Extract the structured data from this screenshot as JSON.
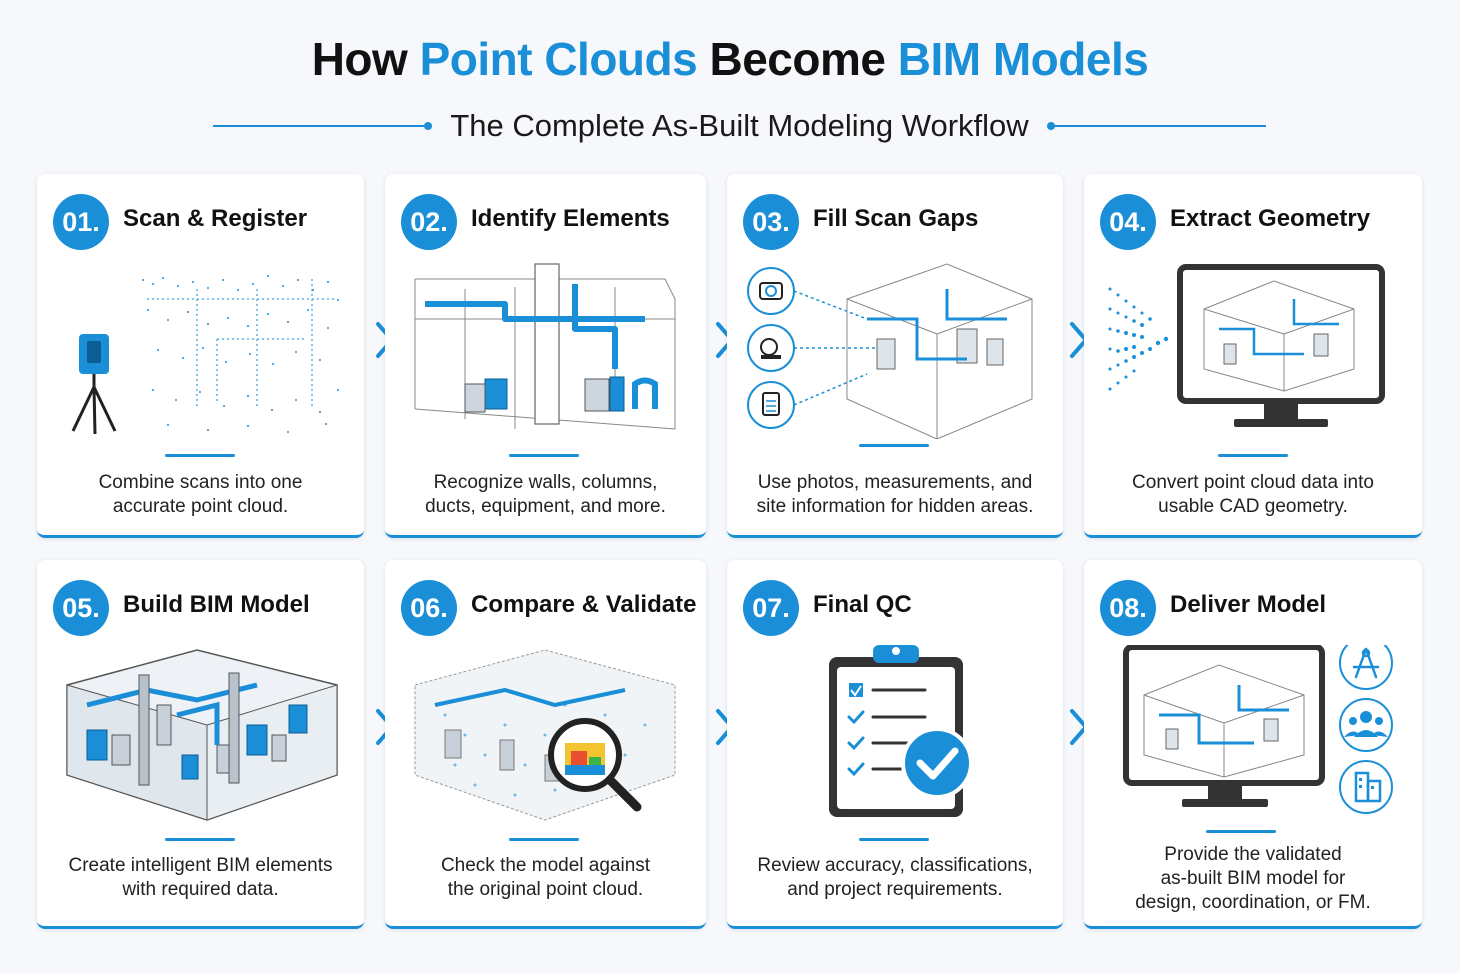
{
  "header": {
    "title_part1": "How ",
    "title_part2": "Point Clouds",
    "title_part3": " Become ",
    "title_part4": "BIM Models",
    "subtitle": "The Complete As-Built Modeling Workflow"
  },
  "colors": {
    "accent": "#1a8fd8",
    "text": "#111111",
    "background": "#f6f8fb"
  },
  "steps": [
    {
      "number": "01.",
      "title": "Scan & Register",
      "desc1": "Combine scans into one",
      "desc2": "accurate point cloud.",
      "icon": "laser-scanner-icon"
    },
    {
      "number": "02.",
      "title": "Identify Elements",
      "desc1": "Recognize walls, columns,",
      "desc2": "ducts, equipment, and more.",
      "icon": "building-elements-icon"
    },
    {
      "number": "03.",
      "title": "Fill Scan Gaps",
      "desc1": "Use photos, measurements, and",
      "desc2": "site information for hidden areas.",
      "icon": "camera-tape-clipboard-icon"
    },
    {
      "number": "04.",
      "title": "Extract Geometry",
      "desc1": "Convert point cloud data into",
      "desc2": "usable CAD geometry.",
      "icon": "monitor-cad-icon"
    },
    {
      "number": "05.",
      "title": "Build BIM Model",
      "desc1": "Create intelligent BIM elements",
      "desc2": "with required data.",
      "icon": "bim-model-icon"
    },
    {
      "number": "06.",
      "title": "Compare & Validate",
      "desc1": "Check the model against",
      "desc2": "the original point cloud.",
      "icon": "magnifier-icon"
    },
    {
      "number": "07.",
      "title": "Final QC",
      "desc1": "Review accuracy, classifications,",
      "desc2": "and project requirements.",
      "icon": "clipboard-check-icon"
    },
    {
      "number": "08.",
      "title": "Deliver Model",
      "desc1": "Provide the validated",
      "desc2": "as-built BIM model for",
      "desc3": "design, coordination, or FM.",
      "icon": "monitor-delivery-icon"
    }
  ]
}
